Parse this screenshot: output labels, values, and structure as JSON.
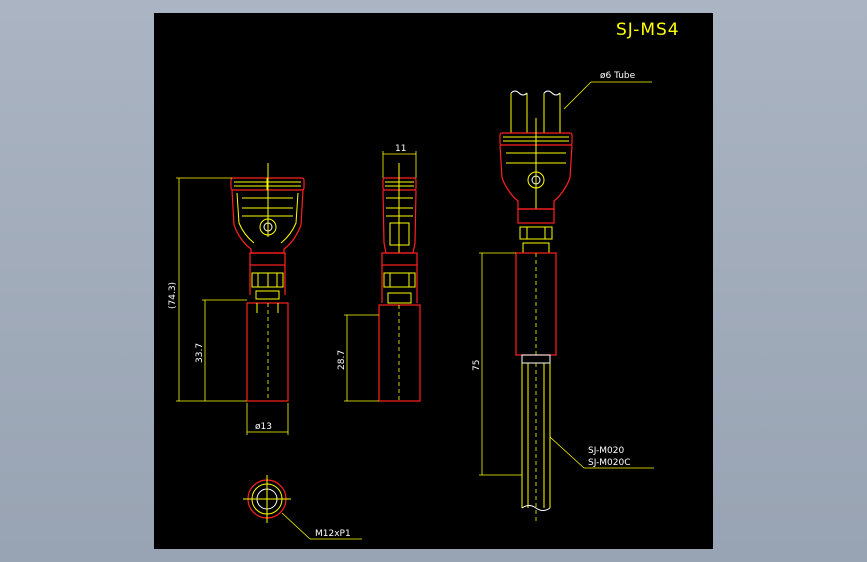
{
  "drawing": {
    "title": "SJ-MS4",
    "dimensions": {
      "overall_height": "(74.3)",
      "body_height_front": "33.7",
      "body_width": "ø13",
      "side_width": "11",
      "body_height_side": "28.7",
      "tube_length": "75"
    },
    "callouts": {
      "tube": "ø6  Tube",
      "thread": "M12xP1",
      "model_a": "SJ-M020",
      "model_b": "SJ-M020C"
    },
    "colors": {
      "background": "#000000",
      "outline": "#ff2020",
      "detail": "#ffff00",
      "text": "#ffffff",
      "frame": "#a7b1c0"
    }
  }
}
